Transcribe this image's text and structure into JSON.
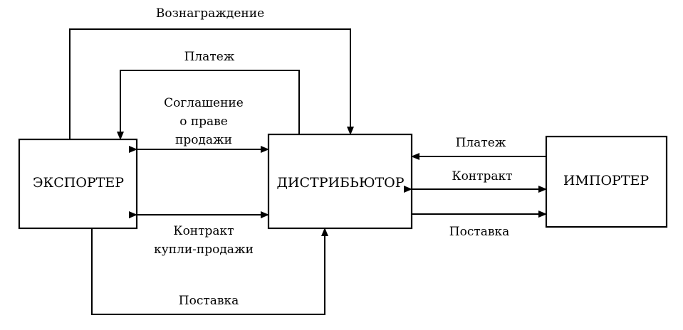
{
  "nodes": {
    "exporter": "ЭКСПОРТЕР",
    "distributor": "ДИСТРИБЬЮТОР",
    "importer": "ИМПОРТЕР"
  },
  "edges": {
    "reward": "Вознаграждение",
    "payment_dist_exp": "Платеж",
    "sales_right_agreement_1": "Соглашение",
    "sales_right_agreement_2": "о праве",
    "sales_right_agreement_3": "продажи",
    "purchase_contract_1": "Контракт",
    "purchase_contract_2": "купли-продажи",
    "delivery_exp_dist": "Поставка",
    "payment_imp_dist": "Платеж",
    "contract_dist_imp": "Контракт",
    "delivery_dist_imp": "Поставка"
  }
}
